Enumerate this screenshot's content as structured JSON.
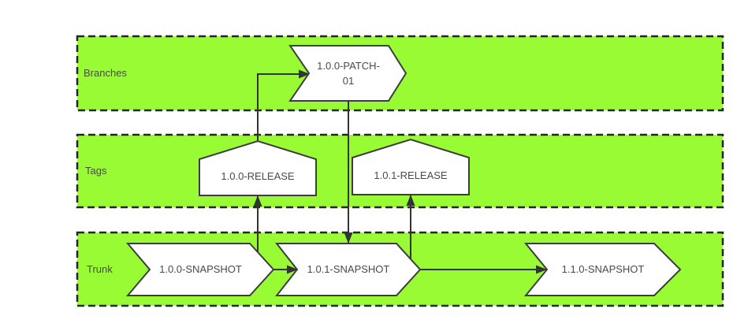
{
  "diagram": {
    "lanes": [
      {
        "label": "Branches"
      },
      {
        "label": "Tags"
      },
      {
        "label": "Trunk"
      }
    ],
    "nodes": {
      "branch_patch": {
        "label": "1.0.0-PATCH-01",
        "shape": "arrow-right",
        "lane": "Branches"
      },
      "tag_release_1_0_0": {
        "label": "1.0.0-RELEASE",
        "shape": "tag-pentagon",
        "lane": "Tags"
      },
      "tag_release_1_0_1": {
        "label": "1.0.1-RELEASE",
        "shape": "tag-pentagon",
        "lane": "Tags"
      },
      "trunk_snapshot_1_0_0": {
        "label": "1.0.0-SNAPSHOT",
        "shape": "arrow-right",
        "lane": "Trunk"
      },
      "trunk_snapshot_1_0_1": {
        "label": "1.0.1-SNAPSHOT",
        "shape": "arrow-right",
        "lane": "Trunk"
      },
      "trunk_snapshot_1_1_0": {
        "label": "1.1.0-SNAPSHOT",
        "shape": "arrow-right",
        "lane": "Trunk"
      }
    },
    "edges": [
      {
        "from": "trunk_snapshot_1_0_0",
        "to": "tag_release_1_0_0"
      },
      {
        "from": "tag_release_1_0_0",
        "to": "branch_patch"
      },
      {
        "from": "branch_patch",
        "to": "trunk_snapshot_1_0_1"
      },
      {
        "from": "trunk_snapshot_1_0_0",
        "to": "trunk_snapshot_1_0_1"
      },
      {
        "from": "trunk_snapshot_1_0_1",
        "to": "tag_release_1_0_1"
      },
      {
        "from": "trunk_snapshot_1_0_1",
        "to": "trunk_snapshot_1_1_0"
      }
    ],
    "colors": {
      "lane_fill": "#99fb33",
      "lane_border": "#262626",
      "node_fill": "#ffffff",
      "node_border": "#3d3d3d",
      "connector": "#333333",
      "text": "#4a4a4a"
    }
  }
}
